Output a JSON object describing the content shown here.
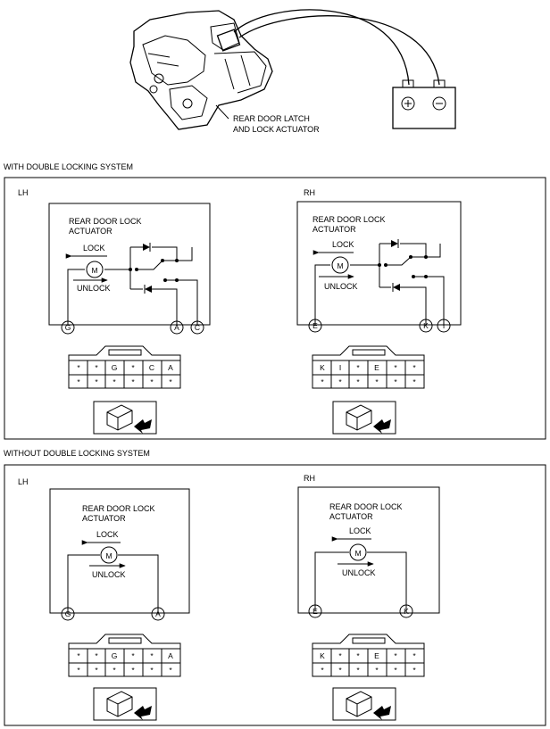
{
  "top": {
    "actuator_label_line1": "REAR DOOR LATCH",
    "actuator_label_line2": "AND LOCK ACTUATOR",
    "battery_plus": "+",
    "battery_minus": "−"
  },
  "with_double": {
    "title": "WITH DOUBLE LOCKING SYSTEM",
    "lh": {
      "side": "LH",
      "actuator_line1": "REAR DOOR LOCK",
      "actuator_line2": "ACTUATOR",
      "lock": "LOCK",
      "unlock": "UNLOCK",
      "motor": "M",
      "terminals": [
        "G",
        "A",
        "C"
      ],
      "connector_row1": [
        "*",
        "*",
        "G",
        "*",
        "C",
        "A"
      ],
      "connector_row2": [
        "*",
        "*",
        "*",
        "*",
        "*",
        "*"
      ]
    },
    "rh": {
      "side": "RH",
      "actuator_line1": "REAR DOOR LOCK",
      "actuator_line2": "ACTUATOR",
      "lock": "LOCK",
      "unlock": "UNLOCK",
      "motor": "M",
      "terminals": [
        "E",
        "K",
        "I"
      ],
      "connector_row1": [
        "K",
        "I",
        "*",
        "E",
        "*",
        "*"
      ],
      "connector_row2": [
        "*",
        "*",
        "*",
        "*",
        "*",
        "*"
      ]
    }
  },
  "without_double": {
    "title": "WITHOUT DOUBLE LOCKING SYSTEM",
    "lh": {
      "side": "LH",
      "actuator_line1": "REAR DOOR LOCK",
      "actuator_line2": "ACTUATOR",
      "lock": "LOCK",
      "unlock": "UNLOCK",
      "motor": "M",
      "terminals": [
        "G",
        "A"
      ],
      "connector_row1": [
        "*",
        "*",
        "G",
        "*",
        "*",
        "A"
      ],
      "connector_row2": [
        "*",
        "*",
        "*",
        "*",
        "*",
        "*"
      ]
    },
    "rh": {
      "side": "RH",
      "actuator_line1": "REAR DOOR LOCK",
      "actuator_line2": "ACTUATOR",
      "lock": "LOCK",
      "unlock": "UNLOCK",
      "motor": "M",
      "terminals": [
        "E",
        "K"
      ],
      "connector_row1": [
        "K",
        "*",
        "*",
        "E",
        "*",
        "*"
      ],
      "connector_row2": [
        "*",
        "*",
        "*",
        "*",
        "*",
        "*"
      ]
    }
  }
}
